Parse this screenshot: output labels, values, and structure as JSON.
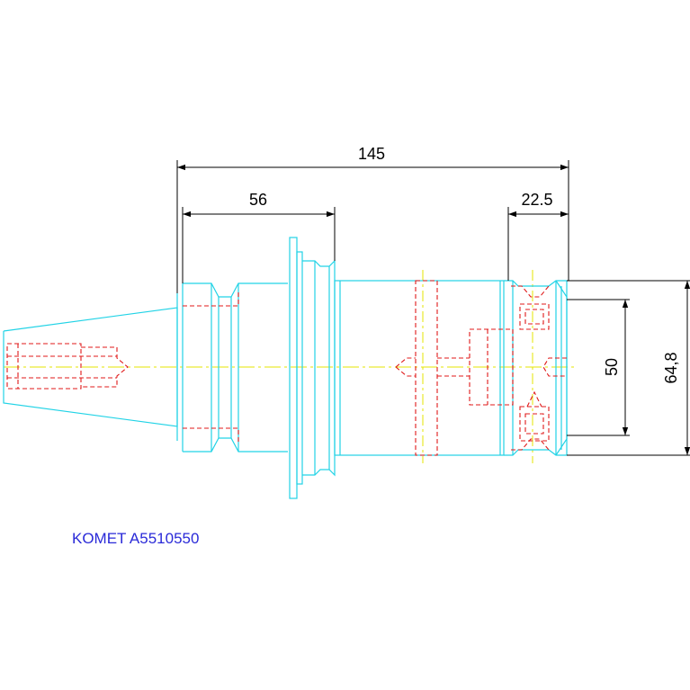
{
  "drawing": {
    "colors": {
      "outline": "#22d3e6",
      "hidden": "#e01818",
      "centerline": "#e6e600",
      "dimension": "#000000",
      "label": "#2a2ad8"
    },
    "dimensions": {
      "overall_length": "145",
      "flange_length": "56",
      "front_length": "22.5",
      "bore_diameter": "50",
      "outer_diameter": "64,8"
    },
    "label": "KOMET A5510550"
  }
}
